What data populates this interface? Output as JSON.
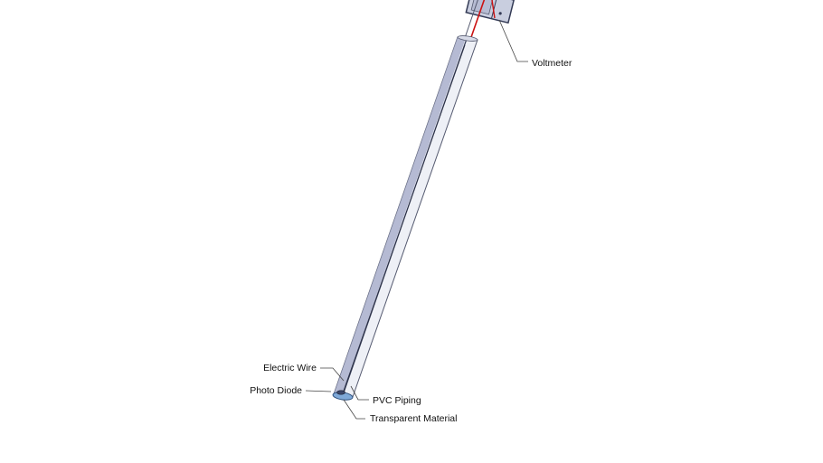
{
  "diagram": {
    "labels": {
      "voltmeter": "Voltmeter",
      "electric_wire": "Electric Wire",
      "photo_diode": "Photo Diode",
      "pvc_piping": "PVC Piping",
      "transparent_material": "Transparent Material"
    },
    "colors": {
      "pipe_fill": "#eef0f6",
      "pipe_shade": "#aab0cc",
      "pipe_edge": "#555a70",
      "wire": "#cc1111",
      "voltmeter_body": "#c9cedf",
      "transparent_material": "#7fa9d8"
    }
  }
}
